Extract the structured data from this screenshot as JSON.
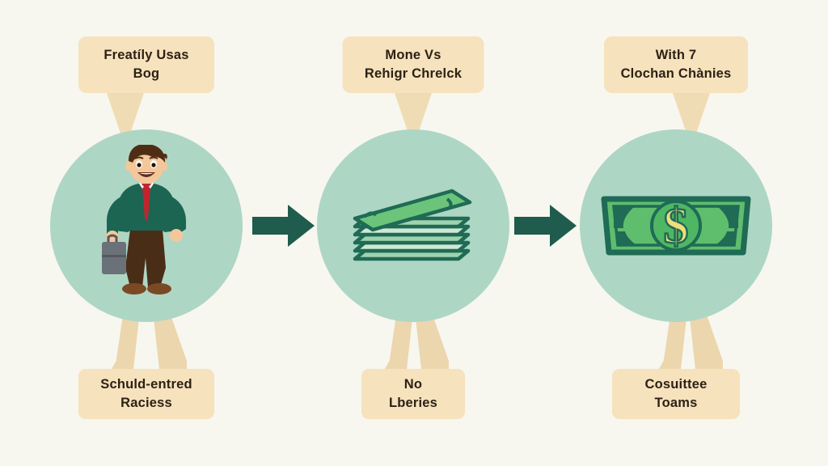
{
  "diagram": {
    "title": "Three-stage money process infographic",
    "background_color": "#f7f7ef",
    "circle_color": "#aed6c5",
    "label_box_color": "#f6e2bd",
    "connector_color": "#efdbb2",
    "arrow_color": "#1f5c4d",
    "text_color": "#2d2115"
  },
  "steps": [
    {
      "id": "step-1",
      "top_label": {
        "line1": "Freatíly Usas",
        "line2": "Bog"
      },
      "icon": "businessman-with-briefcase-icon",
      "bottom_label": {
        "line1": "Schuld-entred",
        "line2": "Raciess"
      }
    },
    {
      "id": "step-2",
      "top_label": {
        "line1": "Mone Vs",
        "line2": "Rehigr Chrelck"
      },
      "icon": "money-stack-icon",
      "bottom_label": {
        "line1": "No",
        "line2": "Lberies"
      }
    },
    {
      "id": "step-3",
      "top_label": {
        "line1": "With 7",
        "line2": "Clochan Chànies"
      },
      "icon": "dollar-banknote-icon",
      "bottom_label": {
        "line1": "Cosuittee",
        "line2": "Toams"
      }
    }
  ],
  "arrows": [
    {
      "id": "arrow-1",
      "direction": "right"
    },
    {
      "id": "arrow-2",
      "direction": "right"
    }
  ],
  "palette": {
    "suit_green": "#1c6553",
    "shirt_white": "#ffffff",
    "tie_red": "#c0252f",
    "pants_brown": "#4a2d17",
    "shoe_brown": "#7a4a24",
    "skin": "#f4c79a",
    "hair_brown": "#4f2d14",
    "briefcase_gray": "#6a7178",
    "bill_green": "#5fbd6e",
    "bill_dark_green": "#1f6b55",
    "bill_light_green": "#7fcd86",
    "dollar_yellow": "#f2dd7e"
  }
}
